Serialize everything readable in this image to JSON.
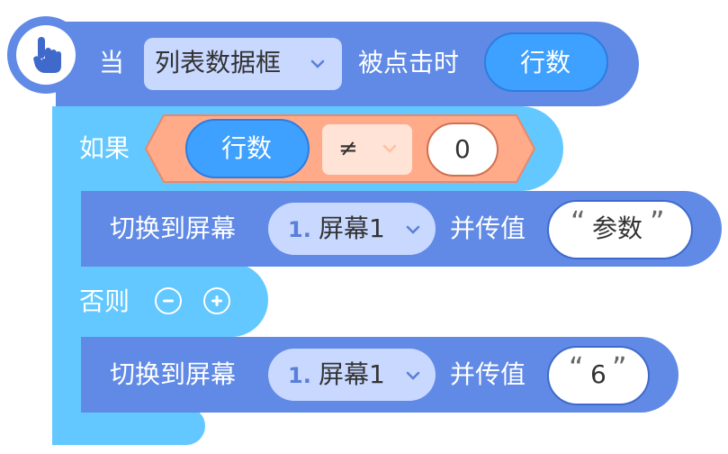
{
  "event": {
    "prefix": "当",
    "component": "列表数据框",
    "suffix": "被点击时",
    "param": "行数"
  },
  "if_block": {
    "label": "如果",
    "left_var": "行数",
    "operator": "≠",
    "right_value": "0"
  },
  "else_block": {
    "label": "否则"
  },
  "actions": [
    {
      "label": "切换到屏幕",
      "screen_num": "1.",
      "screen_name": "屏幕1",
      "with_value": "并传值",
      "open_quote": "“",
      "value": "参数",
      "close_quote": "”"
    },
    {
      "label": "切换到屏幕",
      "screen_num": "1.",
      "screen_name": "屏幕1",
      "with_value": "并传值",
      "open_quote": "“",
      "value": "6",
      "close_quote": "”"
    }
  ],
  "icons": {
    "hand": "hand-pointer-icon",
    "chevron": "chevron-down-icon",
    "minus": "minus-icon",
    "plus": "plus-icon"
  },
  "colors": {
    "event_block": "#608ae6",
    "control_block": "#62c8ff",
    "variable": "#3ea0ff",
    "compare": "#ffab8a",
    "dropdown": "#c8d8ff"
  }
}
